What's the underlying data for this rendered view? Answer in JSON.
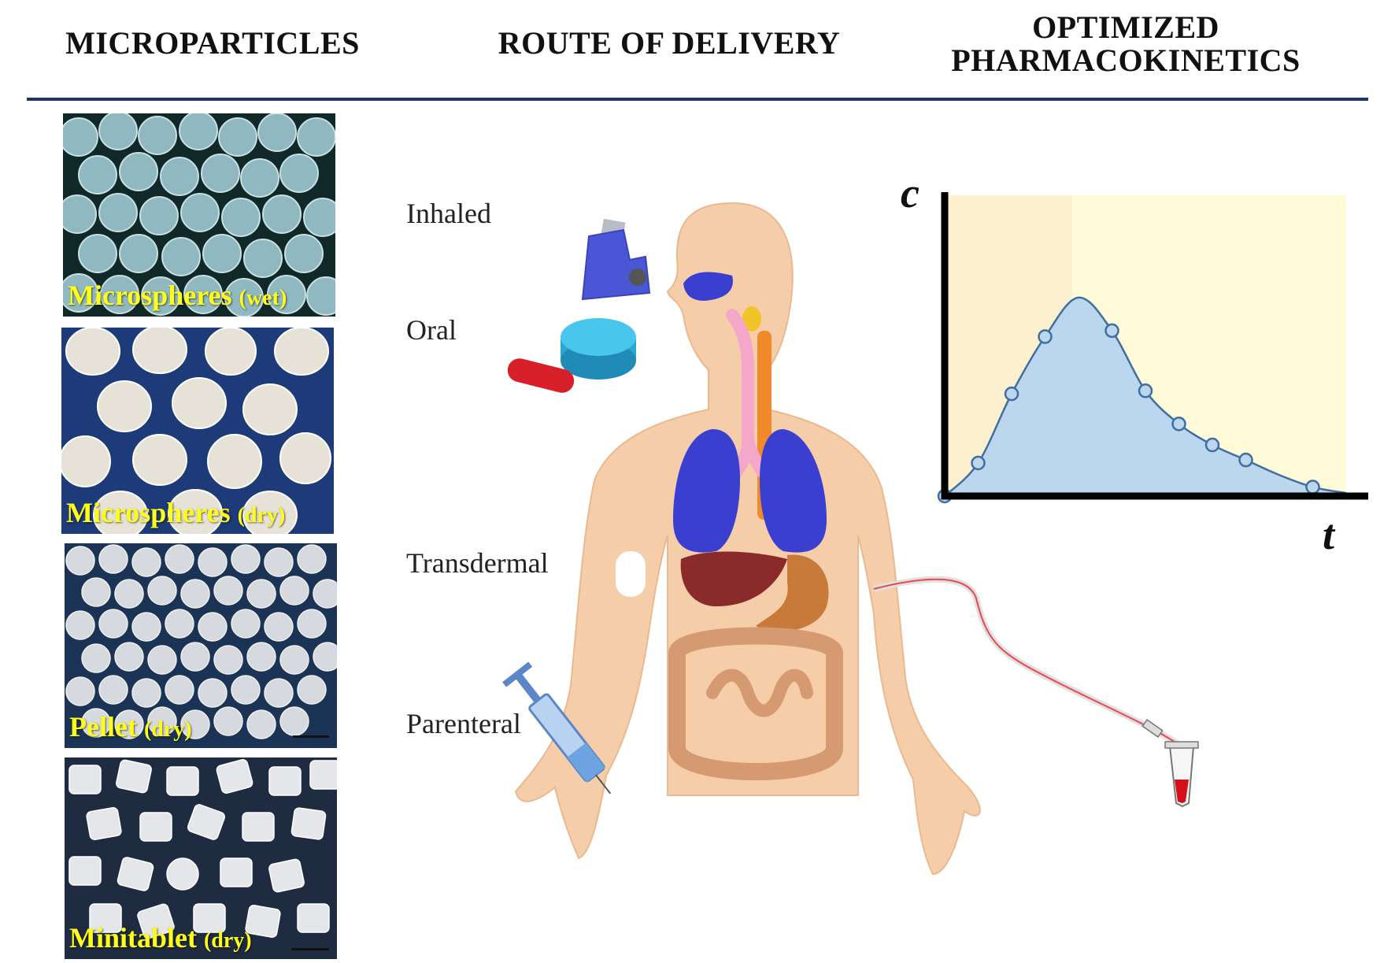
{
  "headings": {
    "microparticles": "MICROPARTICLES",
    "route": "ROUTE OF DELIVERY",
    "pk_line1": "OPTIMIZED",
    "pk_line2": "PHARMACOKINETICS"
  },
  "photos": [
    {
      "main": "Microspheres",
      "qual": "(wet)"
    },
    {
      "main": "Microspheres",
      "qual": "(dry)"
    },
    {
      "main": "Pellet",
      "qual": "(dry)"
    },
    {
      "main": "Minitablet",
      "qual": "(dry)"
    }
  ],
  "routes": {
    "inhaled": "Inhaled",
    "oral": "Oral",
    "transdermal": "Transdermal",
    "parenteral": "Parenteral"
  },
  "chart_data": {
    "type": "line",
    "xlabel": "t",
    "ylabel": "c",
    "series": [
      {
        "x": [
          0,
          1,
          2,
          3,
          4,
          5,
          6,
          7,
          8,
          9,
          10,
          11,
          12
        ],
        "y": [
          0.0,
          0.11,
          0.34,
          0.53,
          0.66,
          0.55,
          0.35,
          0.24,
          0.17,
          0.12,
          0.07,
          0.03,
          0.01
        ]
      }
    ],
    "marker_indices": [
      0,
      1,
      2,
      3,
      5,
      6,
      7,
      8,
      9,
      11
    ],
    "xlim": [
      0,
      12
    ],
    "ylim": [
      0,
      1
    ],
    "grid": false,
    "fill_color": "#bcd6ee",
    "line_color": "#3d6fa1",
    "band_colors": [
      "#fdf0cf",
      "#fffbd8"
    ]
  },
  "colors": {
    "caption": "#ffff1a",
    "rule": "#1f3563",
    "skin": "#f5cda9"
  }
}
